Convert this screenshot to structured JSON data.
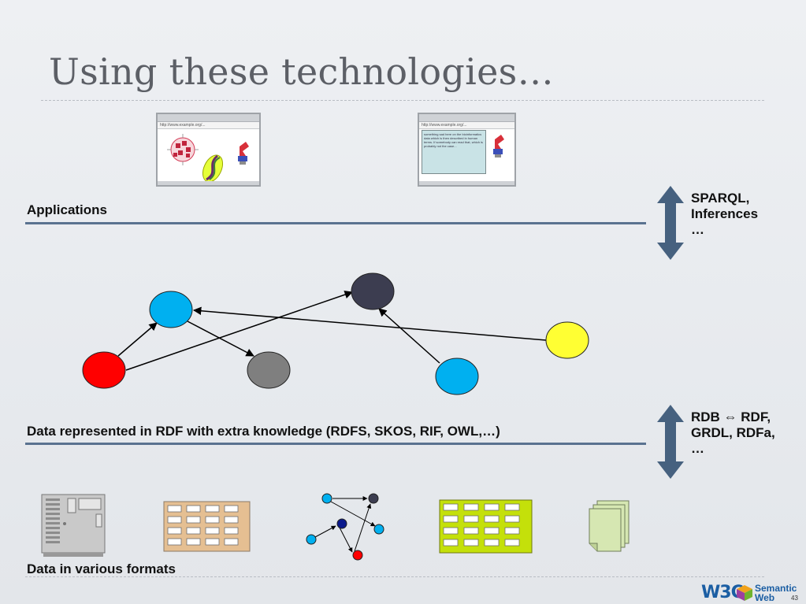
{
  "title": "Using these technologies…",
  "layers": {
    "applications": "Applications",
    "rdf": "Data represented in RDF with extra knowledge (RDFS, SKOS, RIF, OWL,…)",
    "formats": "Data in various formats"
  },
  "side": {
    "top": [
      "SPARQL,",
      "Inferences",
      "…"
    ],
    "bottom": [
      "RDB ⇔ RDF,",
      "GRDL, RDFa,",
      "…"
    ]
  },
  "browsers": {
    "left_url": "http://www.example.org/...",
    "right_url": "http://www.example.org/...",
    "right_text": "something sad here on the bioinformatics data which is then described in human terms. If somebody can read that, which is probably not the case..."
  },
  "footer": {
    "w3c": "W3C",
    "semantic": "Semantic",
    "web": "Web",
    "page": "43"
  },
  "colors": {
    "arrow": "#46617f",
    "layer_line": "#5a7290",
    "node_red": "#ff0000",
    "node_blue": "#00b0f0",
    "node_dark": "#3c3d50",
    "node_gray": "#7f7f7f",
    "node_yellow": "#ffff33"
  }
}
